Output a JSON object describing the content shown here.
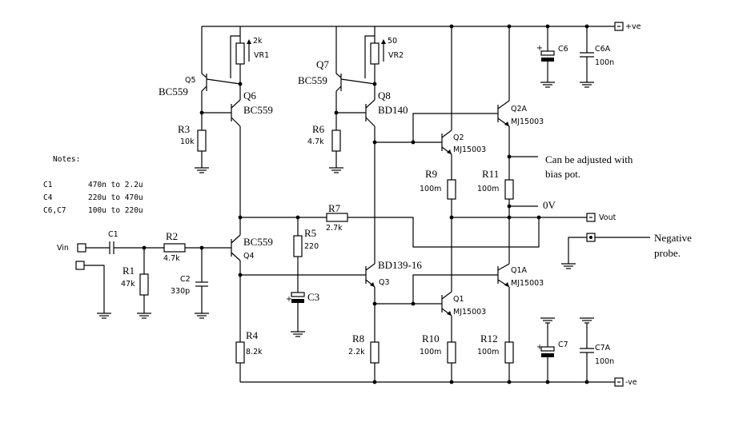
{
  "terminals": {
    "vplus": "+ve",
    "vminus": "-ve",
    "vout": "Vout",
    "vin": "Vin"
  },
  "notes": {
    "title": "Notes:",
    "rows": [
      {
        "part": "C1",
        "value": "470n to 2.2u"
      },
      {
        "part": "C4",
        "value": "220u to 470u"
      },
      {
        "part": "C6,C7",
        "value": "100u to 220u"
      }
    ]
  },
  "annotations": {
    "bias_line1": "Can be adjusted with",
    "bias_line2": "bias pot.",
    "zero_v": "0V",
    "probe_line1": "Negative",
    "probe_line2": "probe."
  },
  "components": {
    "VR1": {
      "ref": "VR1",
      "value": "2k"
    },
    "VR2": {
      "ref": "VR2",
      "value": "50"
    },
    "Q5": {
      "ref": "Q5",
      "type": "BC559"
    },
    "Q6": {
      "ref": "Q6",
      "type": "BC559"
    },
    "Q7": {
      "ref": "Q7",
      "type": "BC559"
    },
    "Q8": {
      "ref": "Q8",
      "type": "BD140"
    },
    "Q4": {
      "ref": "Q4",
      "type": "BC559"
    },
    "Q3": {
      "ref": "Q3",
      "type": "BD139-16"
    },
    "Q2": {
      "ref": "Q2",
      "type": "MJ15003"
    },
    "Q2A": {
      "ref": "Q2A",
      "type": "MJ15003"
    },
    "Q1": {
      "ref": "Q1",
      "type": "MJ15003"
    },
    "Q1A": {
      "ref": "Q1A",
      "type": "MJ15003"
    },
    "R1": {
      "ref": "R1",
      "value": "47k"
    },
    "R2": {
      "ref": "R2",
      "value": "4.7k"
    },
    "R3": {
      "ref": "R3",
      "value": "10k"
    },
    "R4": {
      "ref": "R4",
      "value": "8.2k"
    },
    "R5": {
      "ref": "R5",
      "value": "220"
    },
    "R6": {
      "ref": "R6",
      "value": "4.7k"
    },
    "R7": {
      "ref": "R7",
      "value": "2.7k"
    },
    "R8": {
      "ref": "R8",
      "value": "2.2k"
    },
    "R9": {
      "ref": "R9",
      "value": "100m"
    },
    "R10": {
      "ref": "R10",
      "value": "100m"
    },
    "R11": {
      "ref": "R11",
      "value": "100m"
    },
    "R12": {
      "ref": "R12",
      "value": "100m"
    },
    "C1": {
      "ref": "C1"
    },
    "C2": {
      "ref": "C2",
      "value": "330p"
    },
    "C3": {
      "ref": "C3"
    },
    "C6": {
      "ref": "C6"
    },
    "C6A": {
      "ref": "C6A",
      "value": "100n"
    },
    "C7": {
      "ref": "C7"
    },
    "C7A": {
      "ref": "C7A",
      "value": "100n"
    }
  }
}
